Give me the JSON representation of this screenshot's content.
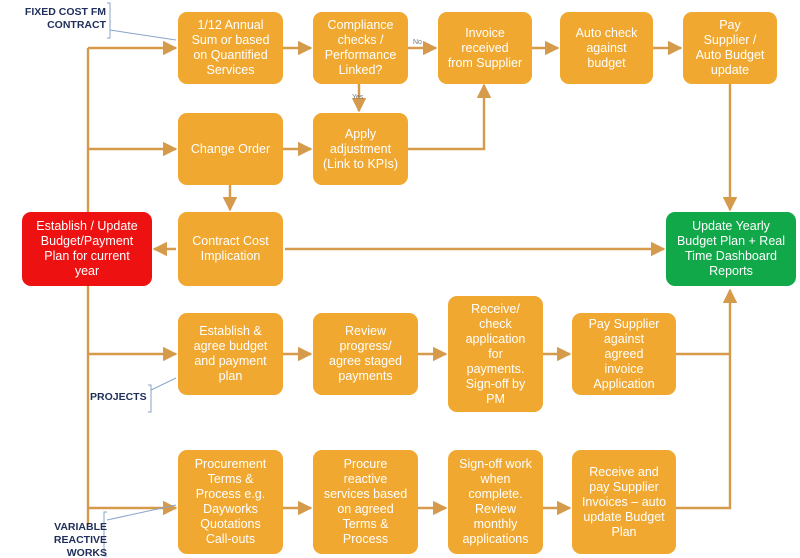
{
  "labels": {
    "fixed": "FIXED COST FM\nCONTRACT",
    "projects": "PROJECTS",
    "variable": "VARIABLE\nREACTIVE WORKS",
    "no": "No",
    "yes": "Yes"
  },
  "nodes": {
    "annual": "1/12 Annual\nSum or based\non Quantified\nServices",
    "compliance": "Compliance\nchecks /\nPerformance\nLinked?",
    "invoice": "Invoice\nreceived\nfrom Supplier",
    "autocheck": "Auto check\nagainst\nbudget",
    "pay_supplier": "Pay\nSupplier /\nAuto Budget\nupdate",
    "change_order": "Change Order",
    "apply_adj": "Apply\nadjustment\n(Link to KPIs)",
    "establish_update": "Establish / Update\nBudget/Payment\nPlan for current\nyear",
    "contract_cost": "Contract Cost\nImplication",
    "update_yearly": "Update Yearly\nBudget Plan + Real\nTime Dashboard\nReports",
    "establish_agree": "Establish &\nagree budget\nand payment\nplan",
    "review_progress": "Review\nprogress/\nagree staged\npayments",
    "receive_check": "Receive/\ncheck\napplication\nfor\npayments.\nSign-off by\nPM",
    "pay_agreed": "Pay Supplier\nagainst\nagreed\ninvoice\nApplication",
    "procurement": "Procurement\nTerms &\nProcess e.g.\nDayworks\nQuotations\nCall-outs",
    "procure_reactive": "Procure\nreactive\nservices based\non agreed\nTerms &\nProcess",
    "signoff_work": "Sign-off work\nwhen\ncomplete.\nReview\nmonthly\napplications",
    "receive_pay": "Receive and\npay Supplier\nInvoices – auto\nupdate Budget\nPlan"
  }
}
